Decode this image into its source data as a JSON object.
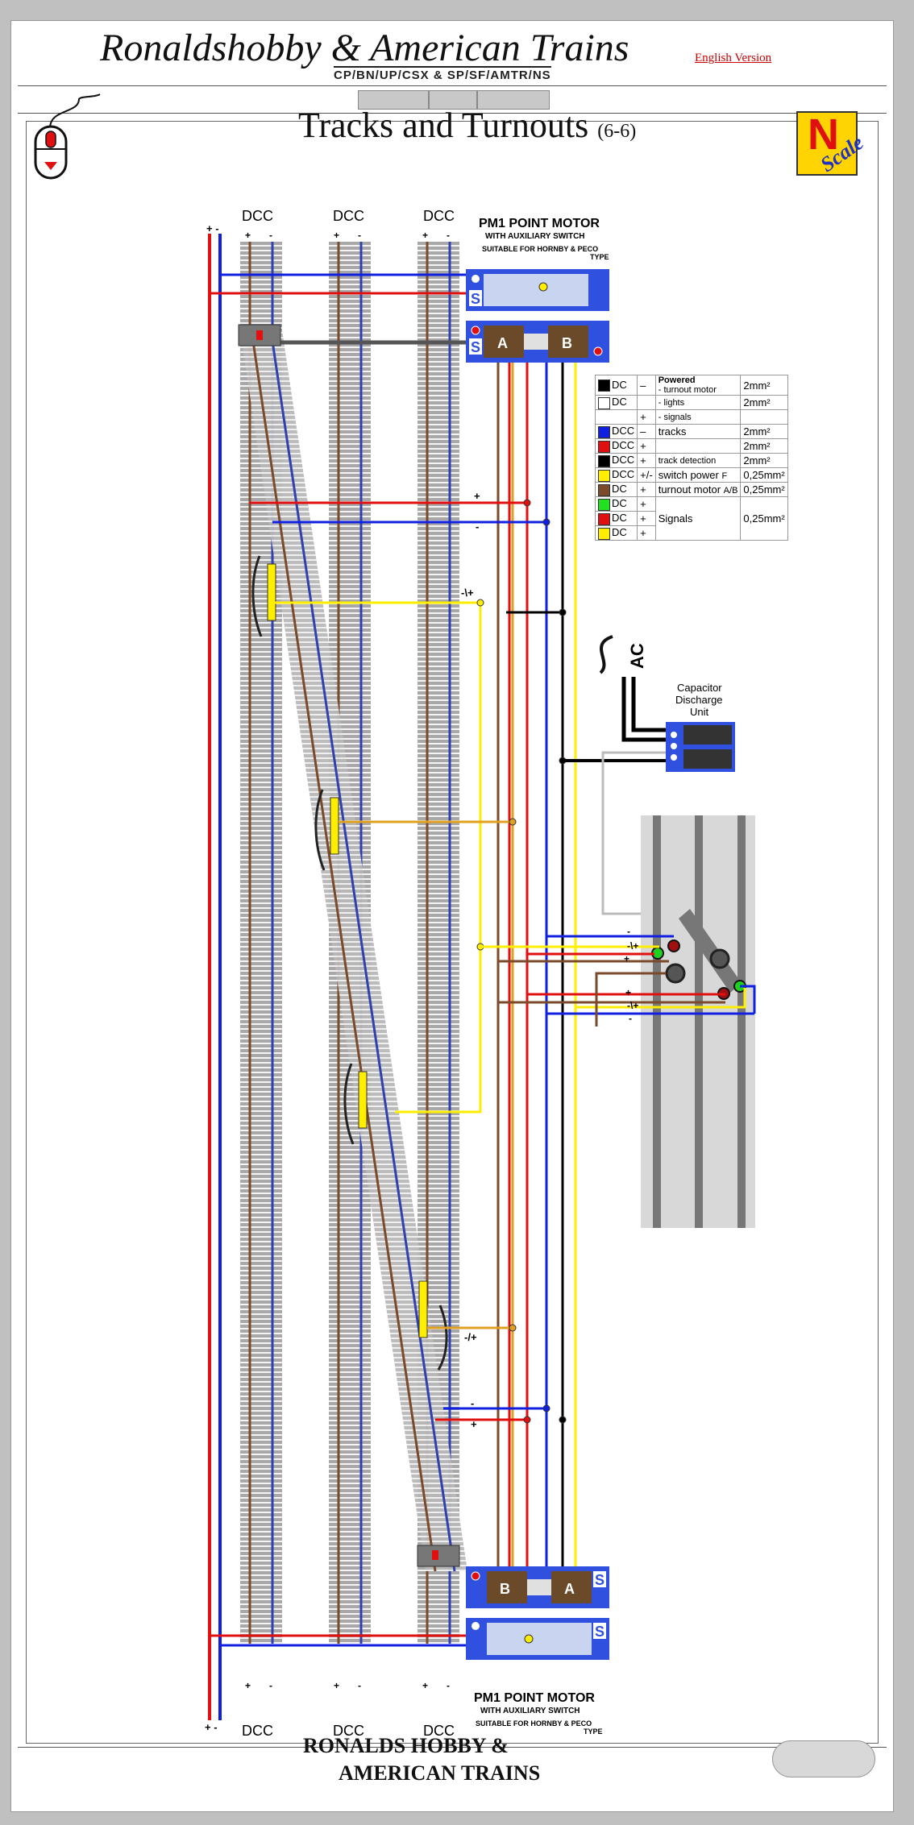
{
  "header": {
    "site_title": "Ronaldshobby & American Trains",
    "site_subtitle": "CP/BN/UP/CSX & SP/SF/AMTR/NS",
    "language_link": "English Version"
  },
  "page": {
    "title": "Tracks and Turnouts",
    "title_suffix": "(6-6)",
    "scale_badge_letter": "N",
    "scale_badge_word": "Scale"
  },
  "diagram": {
    "track_labels": [
      "DCC",
      "DCC",
      "DCC"
    ],
    "bus_polarity": "+ -",
    "point_motor": {
      "title": "PM1 POINT MOTOR",
      "subtitle": "WITH AUXILIARY SWITCH",
      "note": "SUITABLE FOR HORNBY & PECO",
      "note2": "TYPE",
      "coil_a": "A",
      "coil_b": "B",
      "switch_letter": "S"
    },
    "ac_label": "AC",
    "cdu_label_lines": [
      "Capacitor",
      "Discharge",
      "Unit"
    ],
    "wire_signs": {
      "plus": "+",
      "minus": "-",
      "neg_pos": "-\\+",
      "neg_pos_alt": "-/+"
    }
  },
  "legend": {
    "rows": [
      {
        "color": "#000000",
        "type": "DC",
        "sign": "–",
        "desc": "Powered",
        "desc2": "- turnout motor",
        "size": "2mm²"
      },
      {
        "color": "#ffffff",
        "type": "DC",
        "sign": "",
        "desc": "- lights",
        "desc2": "",
        "size": "2mm²"
      },
      {
        "color": "",
        "type": "",
        "sign": "+",
        "desc": "- signals",
        "desc2": "",
        "size": ""
      },
      {
        "color": "#1020e0",
        "type": "DCC",
        "sign": "–",
        "desc": "tracks",
        "desc2": "",
        "size": "2mm²"
      },
      {
        "color": "#e01010",
        "type": "DCC",
        "sign": "+",
        "desc": "",
        "desc2": "",
        "size": "2mm²"
      },
      {
        "color": "#000000",
        "type": "DCC",
        "sign": "+",
        "desc": "track detection",
        "desc2": "",
        "size": "2mm²"
      },
      {
        "color": "#ffee00",
        "type": "DCC",
        "sign": "+/-",
        "desc": "switch power",
        "desc2": "F",
        "size": "0,25mm²"
      },
      {
        "color": "#7a4a2a",
        "type": "DC",
        "sign": "+",
        "desc": "turnout motor",
        "desc2": "A/B",
        "size": "0,25mm²"
      },
      {
        "color": "#20e020",
        "type": "DC",
        "sign": "+",
        "desc": "",
        "desc2": "",
        "size": ""
      },
      {
        "color": "#e01010",
        "type": "DC",
        "sign": "+",
        "desc": "Signals",
        "desc2": "",
        "size": "0,25mm²"
      },
      {
        "color": "#ffee00",
        "type": "DC",
        "sign": "+",
        "desc": "",
        "desc2": "",
        "size": ""
      }
    ]
  },
  "footer": {
    "logo_line1": "RONALDS HOBBY &",
    "logo_line2": "AMERICAN TRAINS"
  }
}
